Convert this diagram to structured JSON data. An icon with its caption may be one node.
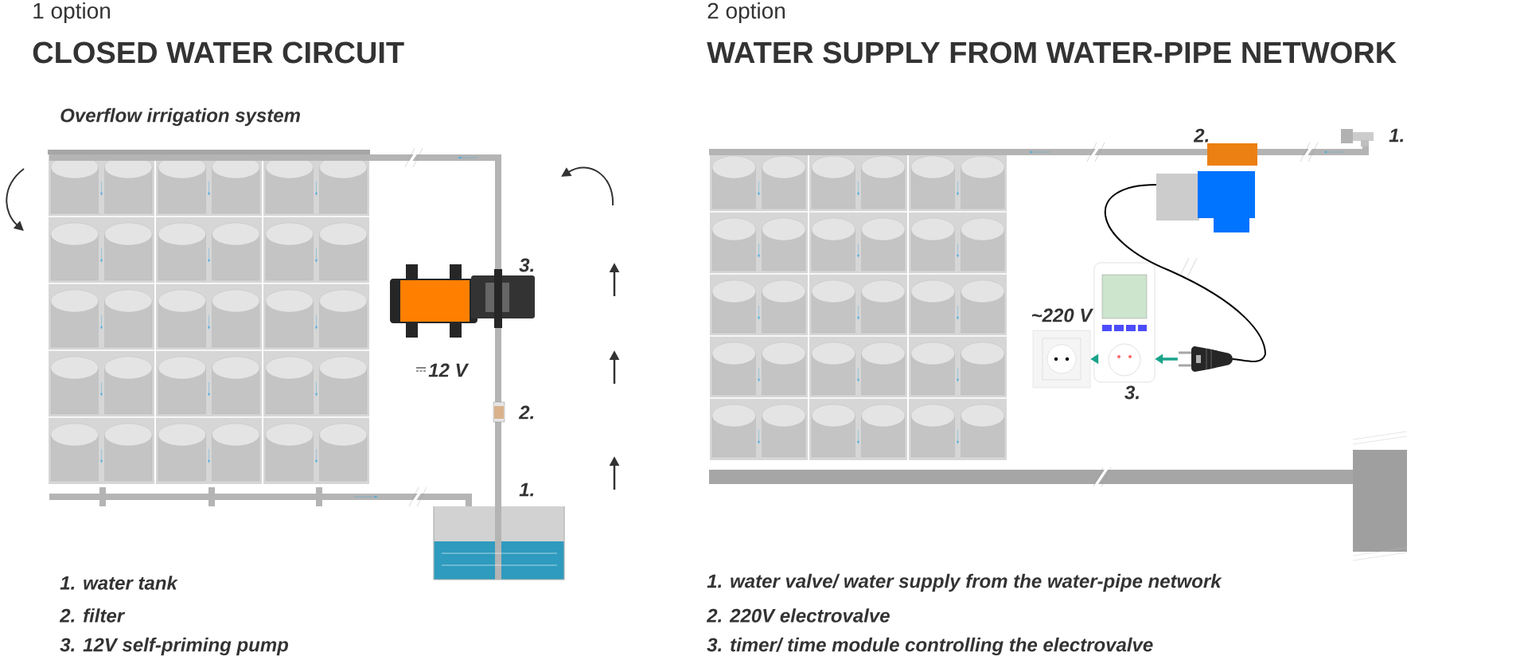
{
  "diagram": {
    "nodes": [
      {
        "text": [],
        "shape": "picture",
        "beside": [
          "~220 V"
        ]
      },
      {
        "text": [],
        "shape": "picture",
        "beside": [
          "3."
        ]
      },
      {
        "text": [],
        "shape": "picture"
      }
    ],
    "edges": [
      {
        "from": 2,
        "to": 1,
        "arrow": "to",
        "color": "#1aa38a"
      },
      {
        "from": 1,
        "to": 0,
        "arrow": "to",
        "color": "#1aa38a"
      }
    ],
    "labels": [
      "1 option",
      "CLOSED WATER CIRCUIT",
      "Overflow irrigation system",
      "3.",
      "12 V",
      "2.",
      "1.",
      "1. water tank",
      "2. filter",
      "3. 12V self-priming pump",
      "2 option",
      "WATER SUPPLY FROM WATER-PIPE NETWORK",
      "2.",
      "1.",
      "1. water valve/ water supply from the water-pipe network",
      "2. 220V electrovalve",
      "3. timer/ time module controlling the electrovalve"
    ]
  }
}
